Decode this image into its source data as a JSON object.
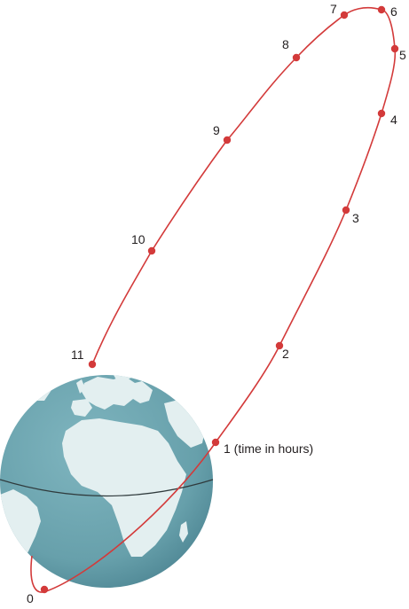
{
  "colors": {
    "orbit": "#d33a3a",
    "dot": "#d33a3a",
    "ocean": "#6aa3ad",
    "ocean_dark": "#4f8995",
    "land": "#e3eff0",
    "equator": "#2f3a3c",
    "label": "#231f20"
  },
  "orbit_points": [
    {
      "label": "0"
    },
    {
      "label": "1 (time in hours)"
    },
    {
      "label": "2"
    },
    {
      "label": "3"
    },
    {
      "label": "4"
    },
    {
      "label": "5"
    },
    {
      "label": "6"
    },
    {
      "label": "7"
    },
    {
      "label": "8"
    },
    {
      "label": "9"
    },
    {
      "label": "10"
    },
    {
      "label": "11"
    }
  ]
}
